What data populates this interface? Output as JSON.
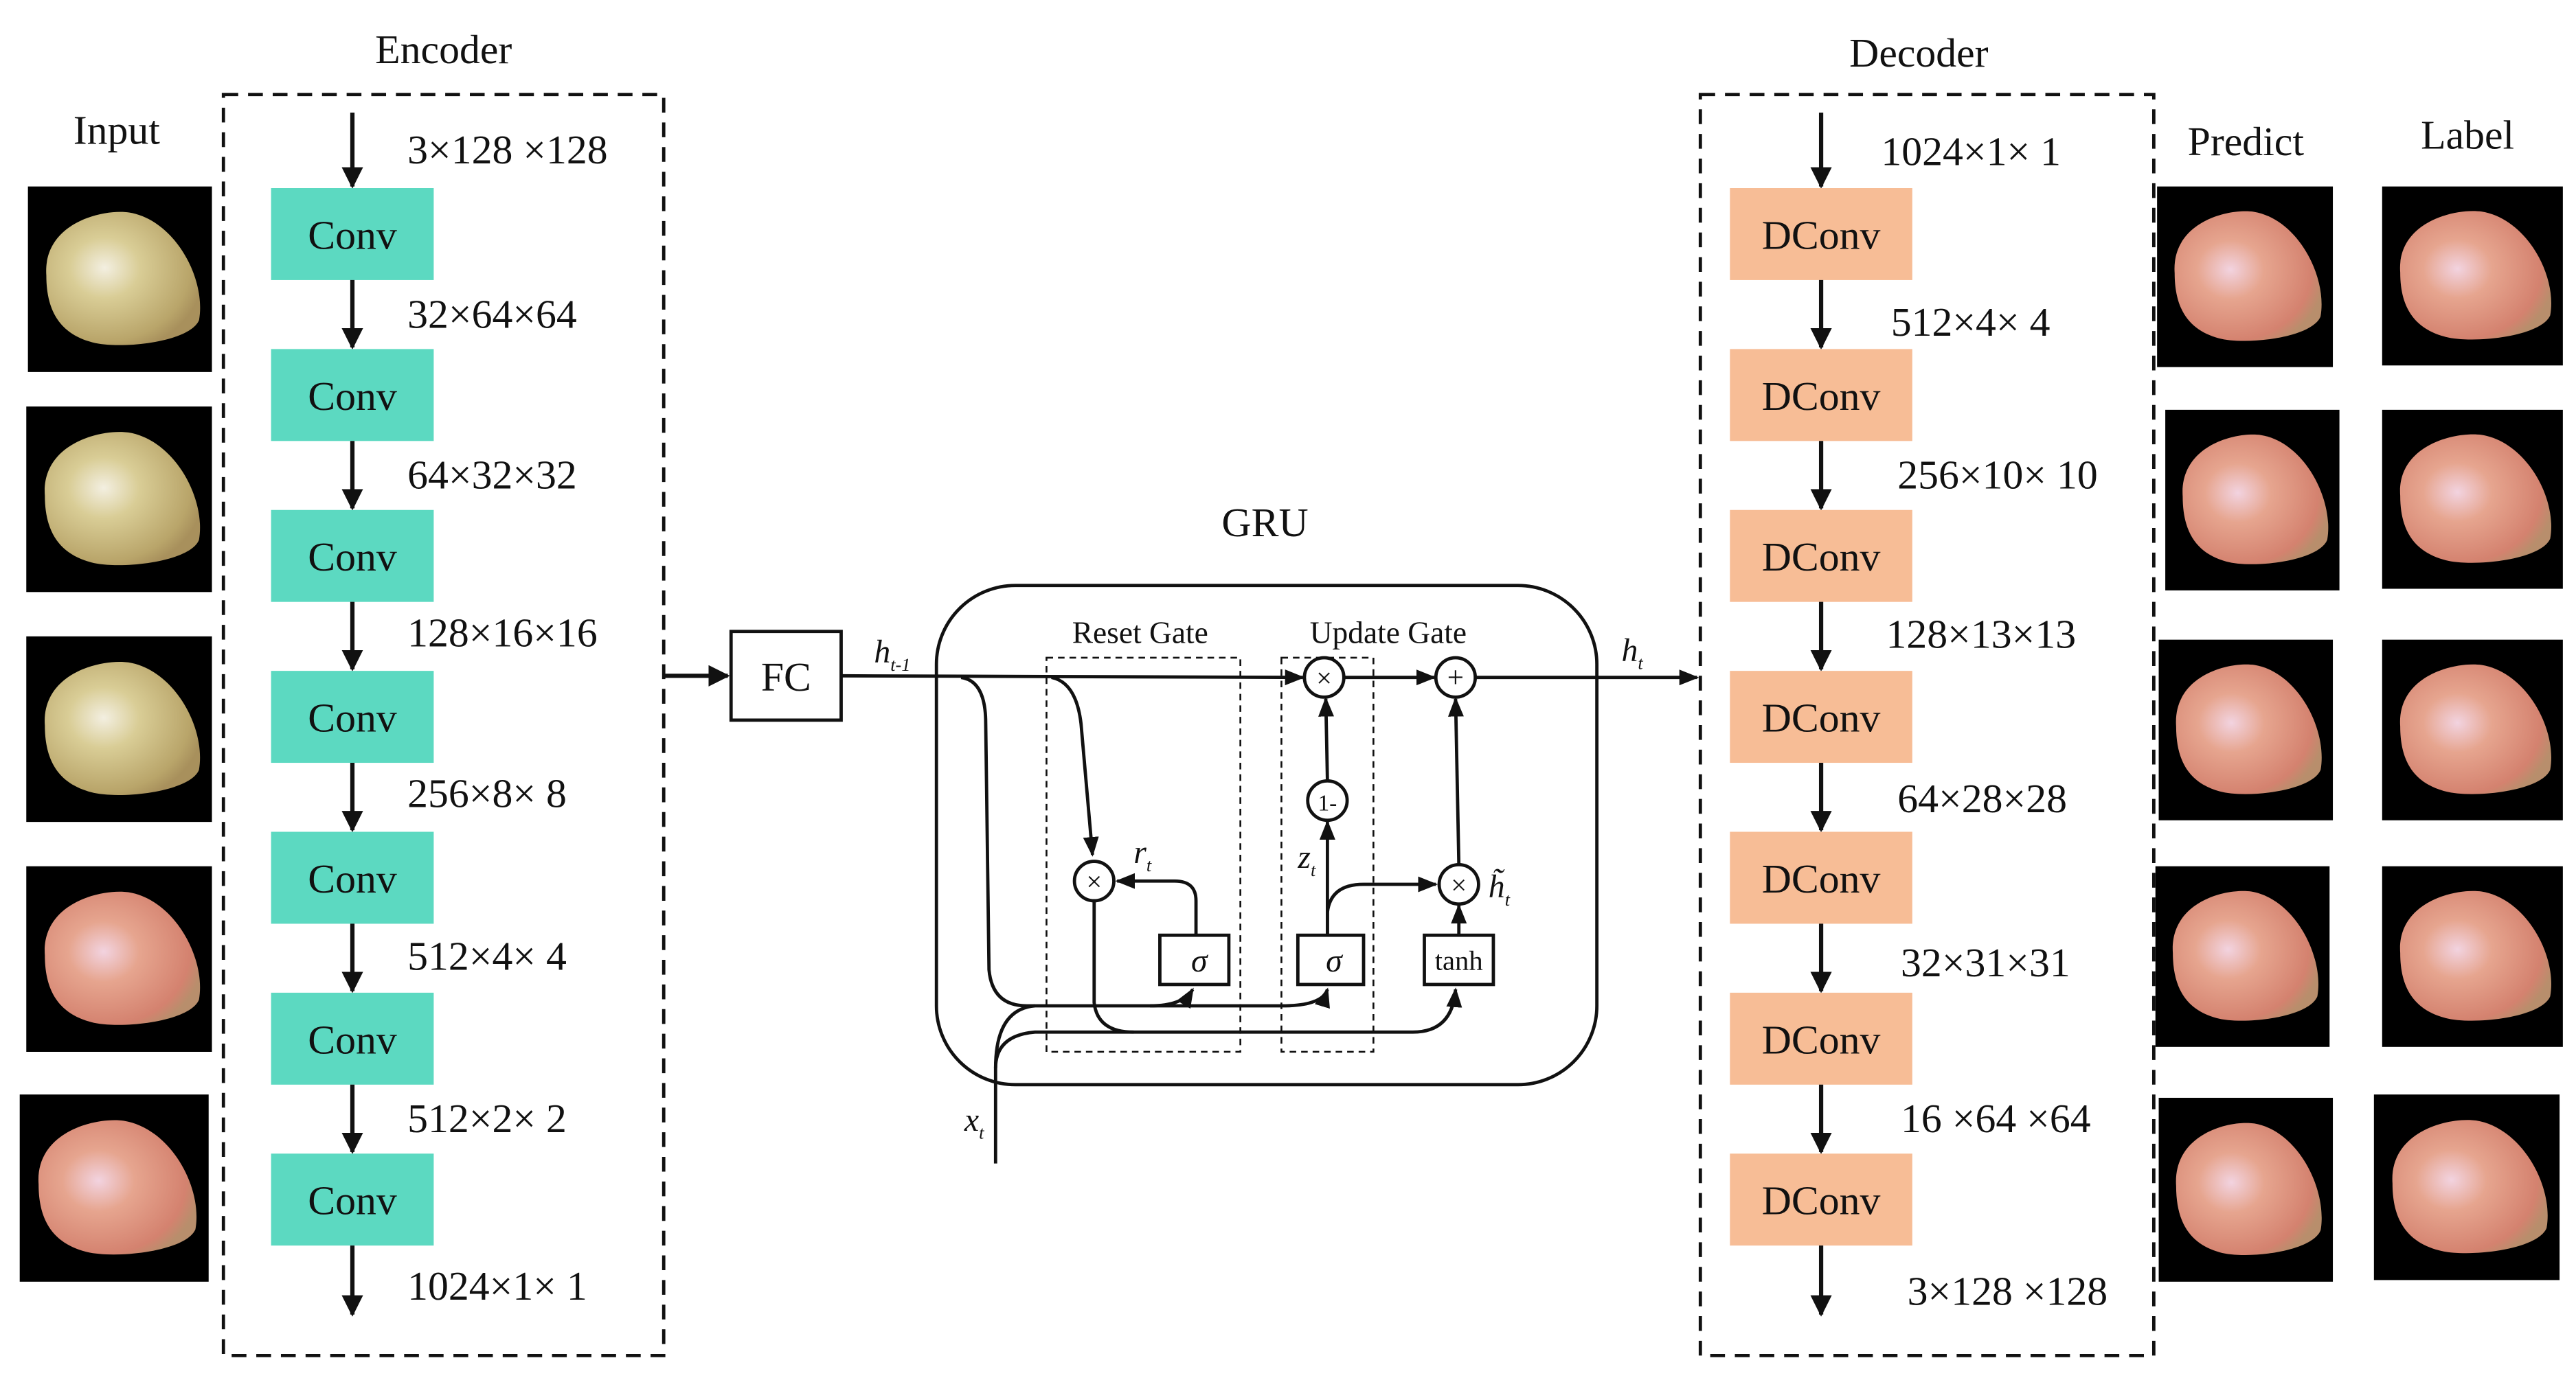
{
  "titles": {
    "input": "Input",
    "encoder": "Encoder",
    "gru": "GRU",
    "decoder": "Decoder",
    "predict": "Predict",
    "label": "Label"
  },
  "colors": {
    "conv": "#5cd9c1",
    "dconv": "#f7bd96",
    "fruit_green": "#cdbf8a",
    "fruit_pink": "#e69d86"
  },
  "encoder": {
    "block_label": "Conv",
    "blocks": 7,
    "dims": [
      "3×128 ×128",
      "32×64×64",
      "64×32×32",
      "128×16×16",
      "256×8× 8",
      "512×4× 4",
      "512×2× 2",
      "1024×1× 1"
    ]
  },
  "fc": {
    "label": "FC"
  },
  "gru": {
    "reset_gate": "Reset Gate",
    "update_gate": "Update Gate",
    "h_prev": "h",
    "h_prev_sub": "t-1",
    "h_out": "h",
    "h_out_sub": "t",
    "x_in": "x",
    "x_in_sub": "t",
    "r": "r",
    "r_sub": "t",
    "z": "z",
    "z_sub": "t",
    "h_tilde": "h̃",
    "h_tilde_sub": "t",
    "sigma": "σ",
    "tanh": "tanh",
    "one_minus": "1-",
    "times": "×",
    "plus": "+"
  },
  "decoder": {
    "block_label": "DConv",
    "blocks": 7,
    "dims": [
      "1024×1× 1",
      "512×4× 4",
      "256×10× 10",
      "128×13×13",
      "64×28×28",
      "32×31×31",
      "16 ×64 ×64",
      "3×128 ×128"
    ]
  },
  "images": {
    "input": [
      "fruit-green",
      "fruit-green",
      "fruit-green",
      "fruit-pink",
      "fruit-pink"
    ],
    "predict": [
      "fruit-pink",
      "fruit-pink",
      "fruit-pink",
      "fruit-pink",
      "fruit-pink"
    ],
    "label": [
      "fruit-pink",
      "fruit-pink",
      "fruit-pink",
      "fruit-pink",
      "fruit-pink"
    ]
  }
}
